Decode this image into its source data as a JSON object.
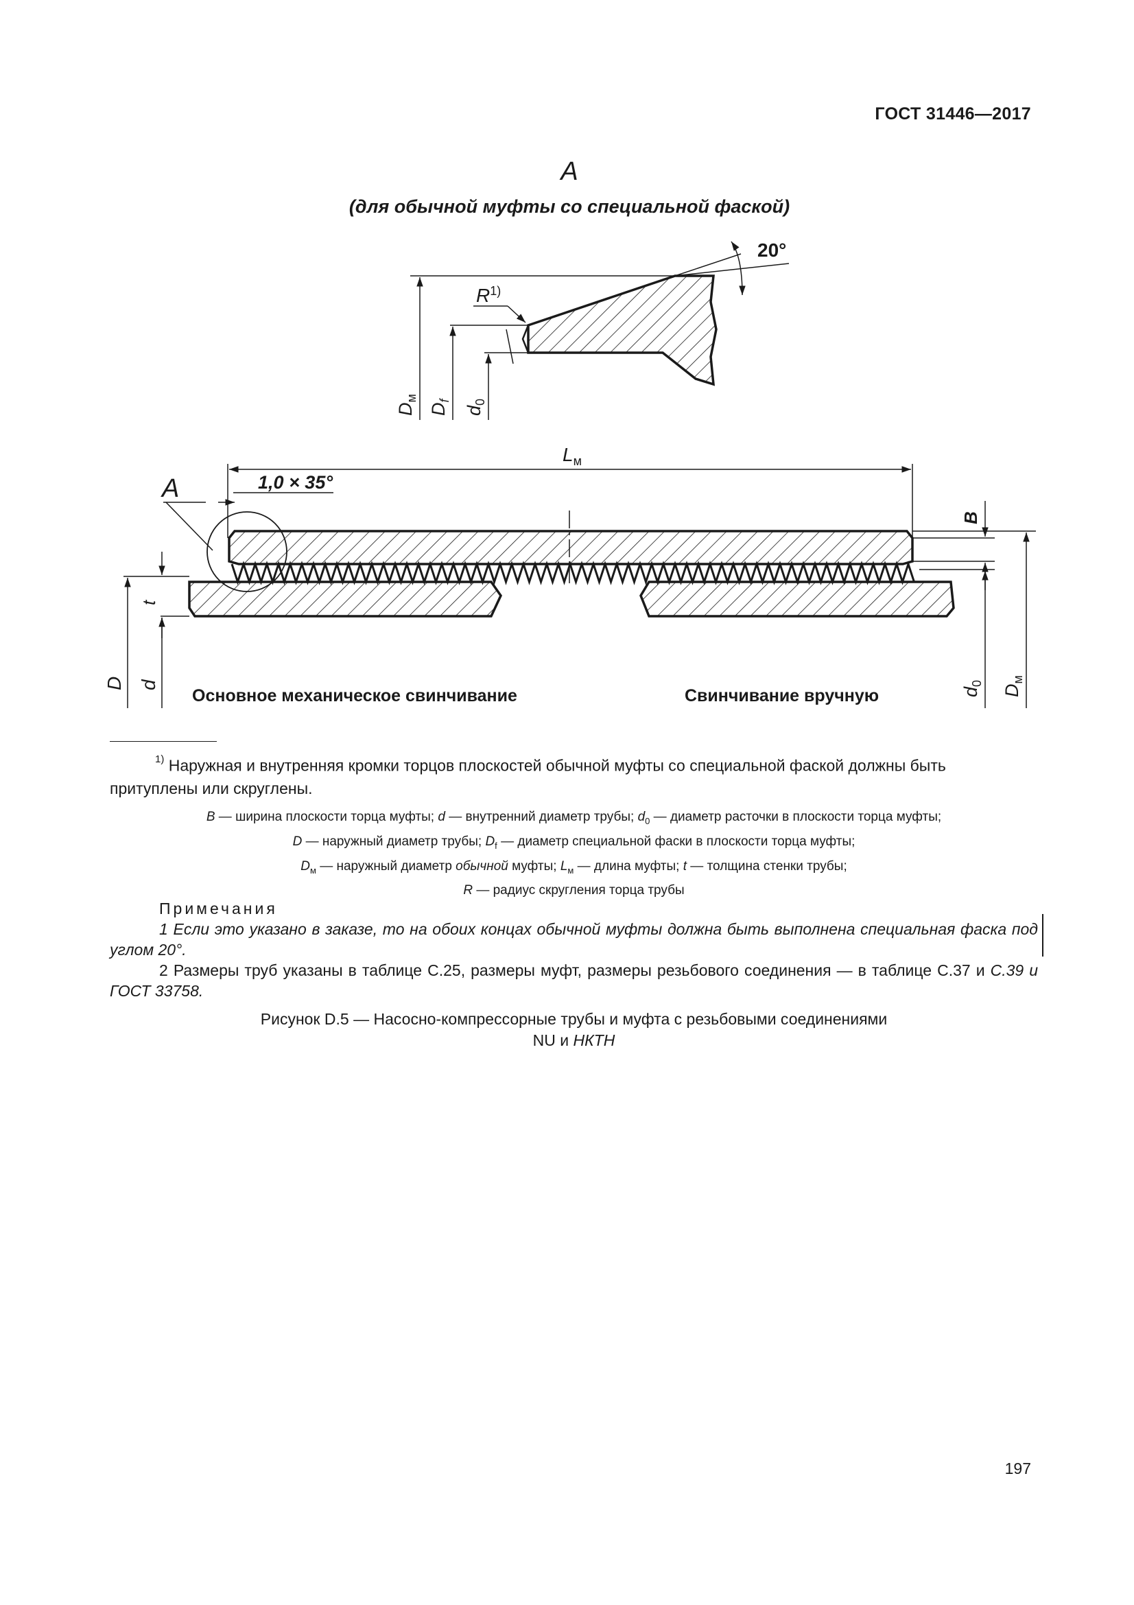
{
  "header": {
    "standard": "ГОСТ 31446—2017"
  },
  "detail": {
    "letter": "A",
    "subtitle": "(для обычной муфты со специальной фаской)",
    "angle": "20°",
    "radius_label": "R",
    "radius_sup": "1)",
    "dm_main": "D",
    "dm_sub": "м",
    "df_main": "D",
    "df_sub": "f",
    "d0_main": "d",
    "d0_sub": "0"
  },
  "assembly": {
    "length_main": "L",
    "length_sub": "м",
    "chamfer": "1,0 × 35°",
    "detail_ref": "A",
    "width_label": "B",
    "t_label": "t",
    "big_d": "D",
    "small_d": "d",
    "right_d0_main": "d",
    "right_d0_sub": "0",
    "right_dm_main": "D",
    "right_dm_sub": "м",
    "label_left": "Основное механическое свинчивание",
    "label_right": "Свинчивание вручную"
  },
  "footnote": {
    "marker": "1)",
    "text": "Наружная и внутренняя кромки торцов плоскостей обычной муфты со специальной фаской должны быть притуплены или скруглены."
  },
  "legend": {
    "line1": {
      "b": "B",
      "b_text": " — ширина плоскости торца муфты; ",
      "d": "d",
      "d_text": " — внутренний диаметр трубы; ",
      "d0": "d",
      "d0_sub": "0",
      "d0_text": " — диаметр расточки в плоскости торца муфты;"
    },
    "line2": {
      "D": "D",
      "D_text": " — наружный диаметр трубы; ",
      "Df": "D",
      "Df_sub": "f",
      "Df_text": " — диаметр специальной фаски в плоскости торца муфты;"
    },
    "line3": {
      "Dm": "D",
      "Dm_sub": "м",
      "Dm_text_a": " — наружный диаметр ",
      "Dm_it": "обычной",
      "Dm_text_b": " муфты; ",
      "Lm": "L",
      "Lm_sub": "м",
      "Lm_text": " — длина муфты; ",
      "t": "t",
      "t_text": " — толщина стенки трубы;"
    },
    "line4": {
      "R": "R",
      "R_text": " — радиус скругления торца трубы"
    }
  },
  "notes": {
    "title": "Примечания",
    "note1": "1 Если это указано в заказе, то на обоих концах обычной муфты должна быть выполнена специальная фаска под углом 20°.",
    "note2_a": "2 Размеры труб указаны в таблице С.25, размеры муфт, размеры резьбового соединения — в таблице С.37 и ",
    "note2_b": "С.39 и ГОСТ 33758."
  },
  "caption": {
    "line1": "Рисунок D.5 — Насосно-компрессорные трубы и муфта с резьбовыми соединениями",
    "line2_a": "NU и ",
    "line2_b": "НКТН"
  },
  "page_number": "197"
}
